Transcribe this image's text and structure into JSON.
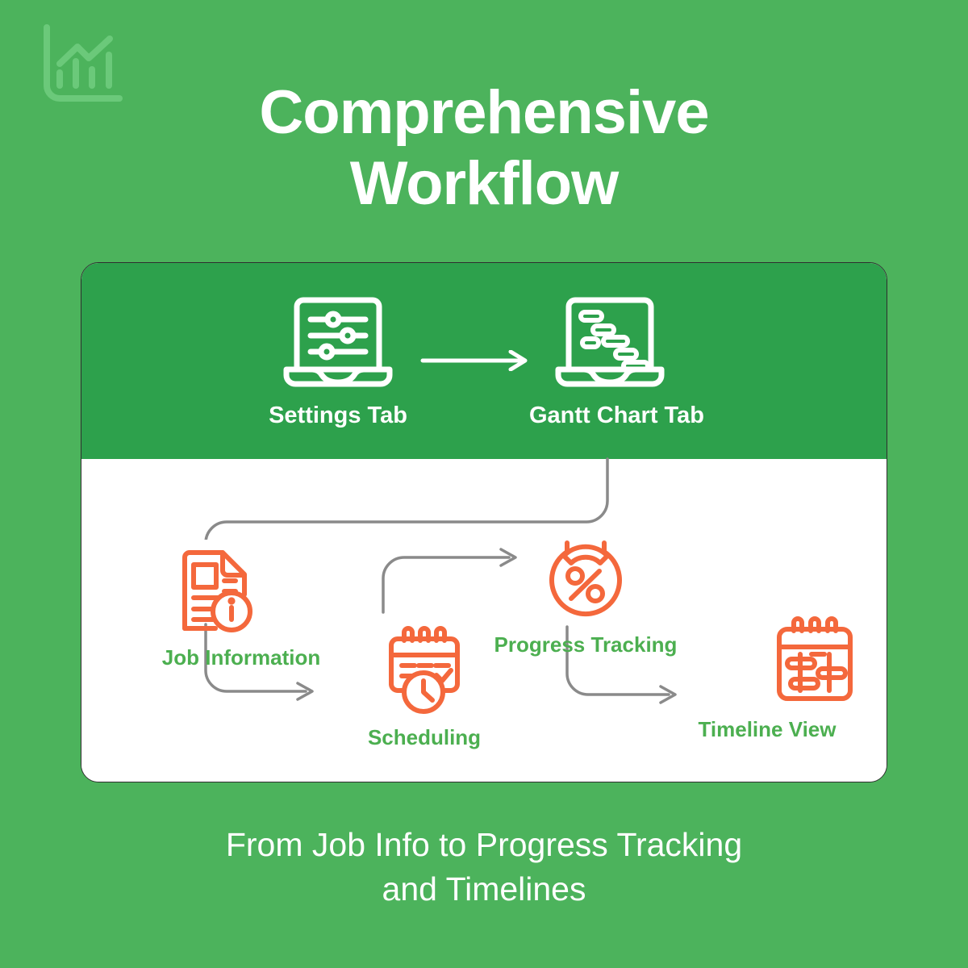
{
  "brand": {
    "logo_icon": "bar-chart-trend-icon",
    "logo_color": "#6BC97A"
  },
  "header": {
    "title_lines": [
      "Comprehensive",
      "Workflow"
    ],
    "title_color": "#FFFFFF"
  },
  "colors": {
    "background_green": "#4CB35C",
    "card_header_green": "#2DA14C",
    "card_body": "#FFFFFF",
    "accent_orange": "#F4683C",
    "label_green": "#4CAF50",
    "connector_gray": "#8A8A8A"
  },
  "diagram": {
    "top_row": [
      {
        "label": "Settings Tab",
        "icon": "laptop-sliders-icon"
      },
      {
        "label": "Gantt Chart Tab",
        "icon": "laptop-gantt-icon"
      }
    ],
    "top_arrow_icon": "arrow-right-icon",
    "bottom_row": [
      {
        "label": "Job Information",
        "icon": "document-info-icon"
      },
      {
        "label": "Scheduling",
        "icon": "calendar-clock-icon"
      },
      {
        "label": "Progress Tracking",
        "icon": "pie-percent-icon"
      },
      {
        "label": "Timeline View",
        "icon": "calendar-timeline-icon"
      }
    ],
    "connections": [
      {
        "from": "Gantt Chart Tab",
        "to": "Job Information",
        "icon": "elbow-connector"
      },
      {
        "from": "Job Information",
        "to": "Scheduling",
        "icon": "elbow-arrow-icon"
      },
      {
        "from": "Scheduling",
        "to": "Progress Tracking",
        "icon": "elbow-arrow-icon"
      },
      {
        "from": "Progress Tracking",
        "to": "Timeline View",
        "icon": "elbow-arrow-icon"
      }
    ]
  },
  "footer": {
    "lines": [
      "From Job Info to Progress Tracking",
      "and Timelines"
    ]
  }
}
